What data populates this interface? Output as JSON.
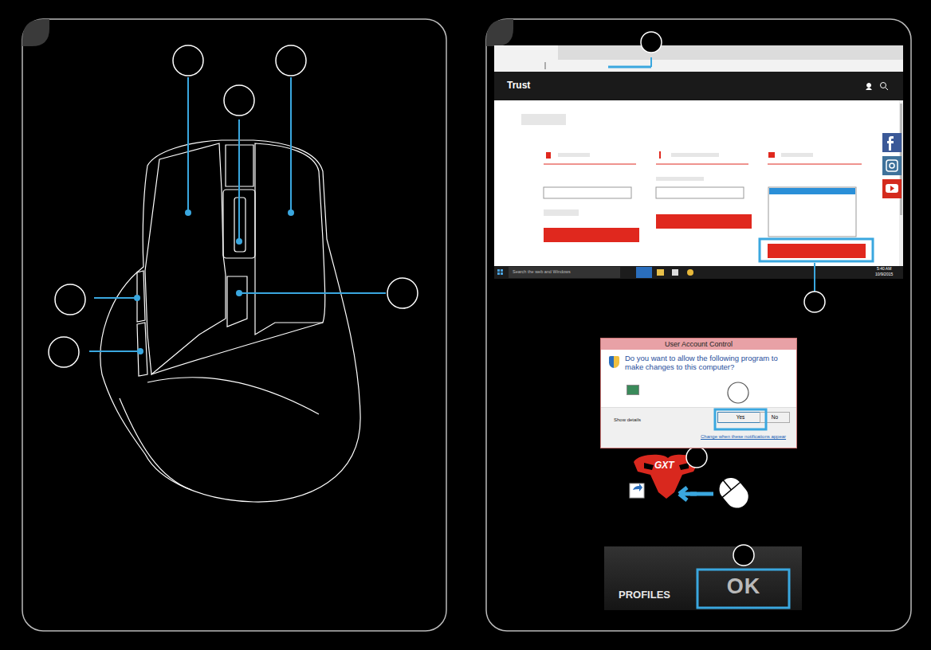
{
  "diagram": {
    "nodes": [
      {
        "text": [
          "User Account Control",
          "Do you want to allow the following program to make changes to this computer?",
          "Show details",
          "Change when these notifications appear"
        ]
      },
      {
        "text": [
          "Yes"
        ],
        "in": 0
      },
      {
        "text": [
          "No"
        ],
        "in": 0
      },
      {
        "text": [
          "PROFILES"
        ]
      },
      {
        "text": [
          "OK"
        ],
        "in": 3
      }
    ],
    "labels": [
      "Trust",
      "Search the web and Windows",
      "5:40 AM",
      "10/9/2015",
      "GXT"
    ]
  }
}
